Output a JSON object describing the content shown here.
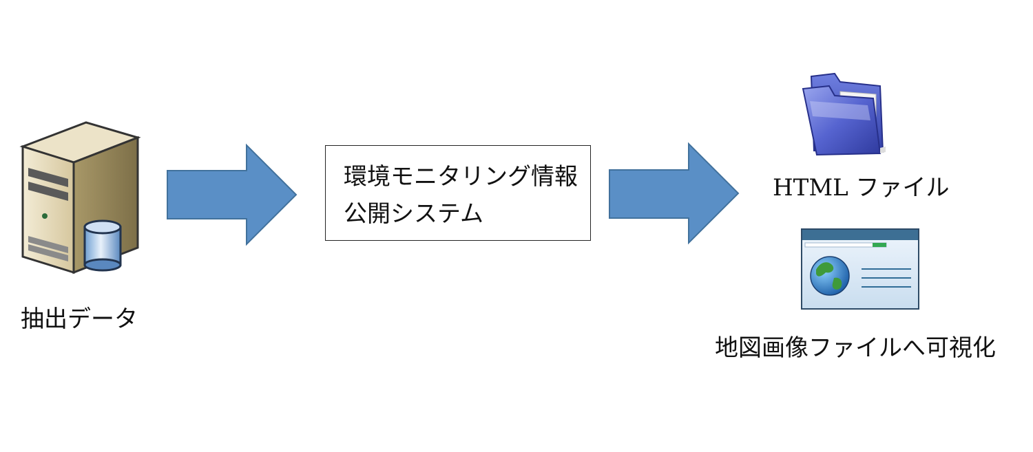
{
  "nodes": {
    "source": {
      "label": "抽出データ",
      "icon": "database-server-icon"
    },
    "system": {
      "line1": "環境モニタリング情報",
      "line2": "公開システム"
    },
    "html_output": {
      "label": "HTML ファイル",
      "icon": "folder-icon"
    },
    "map_output": {
      "label": "地図画像ファイルへ可視化",
      "icon": "web-page-globe-icon"
    }
  },
  "colors": {
    "arrow_fill": "#5a8fc6",
    "arrow_stroke": "#41719c",
    "box_border": "#222222",
    "folder_blue": "#4a57c8",
    "page_header": "#3d6f94",
    "page_bg": "#dfeaf5",
    "progress_green": "#33a852"
  }
}
